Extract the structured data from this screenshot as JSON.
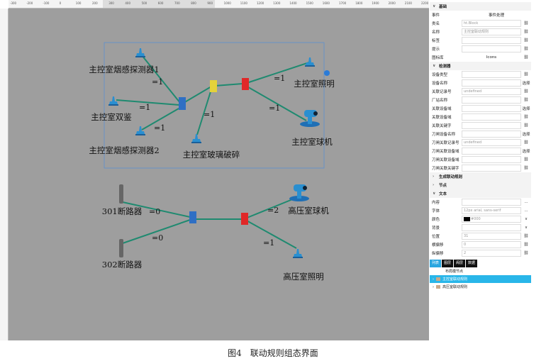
{
  "ruler": {
    "ticks": [
      "-300",
      "-200",
      "-100",
      "0",
      "100",
      "200",
      "300",
      "400",
      "500",
      "600",
      "700",
      "800",
      "900",
      "1000",
      "1100",
      "1200",
      "1300",
      "1400",
      "1500",
      "1600",
      "1700",
      "1800",
      "1900",
      "2000",
      "2100",
      "2200"
    ]
  },
  "diagram": {
    "top": {
      "smoke1": "主控室烟感探测器1",
      "double": "主控室双鉴",
      "smoke2": "主控室烟感探测器2",
      "glass": "主控室玻璃破碎",
      "light": "主控室照明",
      "camera": "主控室球机",
      "eq": [
        "=1",
        "=1",
        "=1",
        "=1",
        "=1",
        "=1"
      ]
    },
    "bottom": {
      "b301": "301断路器",
      "b302": "302断路器",
      "camera": "高压室球机",
      "light": "高压室照明",
      "eq": [
        "=0",
        "=0",
        "=2",
        "=1"
      ]
    }
  },
  "panel": {
    "basic": {
      "title": "基础",
      "rows": [
        {
          "k": "事件",
          "t": "事件处理"
        },
        {
          "k": "类名",
          "v": "ht.Block"
        },
        {
          "k": "名称",
          "v": "主控室联动规则"
        },
        {
          "k": "标签",
          "v": ""
        },
        {
          "k": "提示",
          "v": ""
        },
        {
          "k": "图标库",
          "t": "Icons"
        }
      ]
    },
    "detector": {
      "title": "检测器",
      "rows": [
        {
          "k": "设备类型",
          "v": ""
        },
        {
          "k": "设备名称",
          "v": "",
          "a": "选择"
        },
        {
          "k": "关联记录号",
          "v": "undefined"
        },
        {
          "k": "厂站名称",
          "v": ""
        },
        {
          "k": "关联设备域",
          "v": "",
          "a": "选择"
        },
        {
          "k": "关联设备域",
          "v": ""
        },
        {
          "k": "关联关键字",
          "v": ""
        },
        {
          "k": "刀闸设备名称",
          "v": "",
          "a": "选择"
        },
        {
          "k": "刀闸关联记录号",
          "v": "undefined"
        },
        {
          "k": "刀闸关联设备域",
          "v": "",
          "a": "选择"
        },
        {
          "k": "刀闸关联设备域",
          "v": ""
        },
        {
          "k": "刀闸关联关键字",
          "v": ""
        }
      ]
    },
    "gen": "生成联动规则",
    "node": "节点",
    "text": {
      "title": "文本",
      "rows": [
        {
          "k": "内容",
          "v": "",
          "a": "..."
        },
        {
          "k": "字体",
          "v": "12px arial, sans-serif",
          "a": "..."
        },
        {
          "k": "颜色",
          "v": "#000",
          "a": "∨"
        },
        {
          "k": "背景",
          "v": "",
          "a": "∨"
        },
        {
          "k": "位置",
          "v": "31"
        },
        {
          "k": "横偏移",
          "v": "0"
        },
        {
          "k": "纵偏移",
          "v": "2"
        }
      ]
    },
    "tabs": [
      "列表",
      "图层",
      "阁层",
      "数据"
    ],
    "tree": [
      "布局模节点",
      "主控室联动规则",
      "高压室联动规则"
    ]
  },
  "caption": "图4　联动规则组态界面"
}
